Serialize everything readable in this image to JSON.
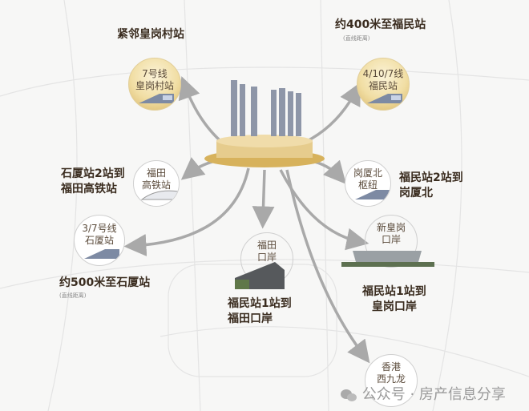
{
  "stations": [
    {
      "heading": "紧邻皇岗村站",
      "circle": [
        "7号线",
        "皇岗村站"
      ]
    },
    {
      "heading": "约400米至福民站",
      "note": "(直线距离)",
      "circle": [
        "4/10/7线",
        "福民站"
      ]
    },
    {
      "heading": [
        "石厦站2站到",
        "福田高铁站"
      ],
      "circle": [
        "福田",
        "高铁站"
      ]
    },
    {
      "heading": [
        "福民站2站到",
        "岗厦北"
      ],
      "circle": [
        "岗厦北",
        "枢纽"
      ]
    },
    {
      "heading": "约500米至石厦站",
      "note": "(直线距离)",
      "circle": [
        "3/7号线",
        "石厦站"
      ]
    },
    {
      "heading": [
        "福民站1站到",
        "福田口岸"
      ],
      "circle": [
        "福田",
        "口岸"
      ]
    },
    {
      "heading": [
        "福民站1站到",
        "皇岗口岸"
      ],
      "circle": [
        "新皇岗",
        "口岸"
      ]
    },
    {
      "circle": [
        "香港",
        "西九龙"
      ]
    }
  ],
  "watermark": "公众号 · 房产信息分享",
  "colors": {
    "gold": "#e6c77a",
    "arrow": "#a9a9a9",
    "text": "#3a2c1f"
  }
}
